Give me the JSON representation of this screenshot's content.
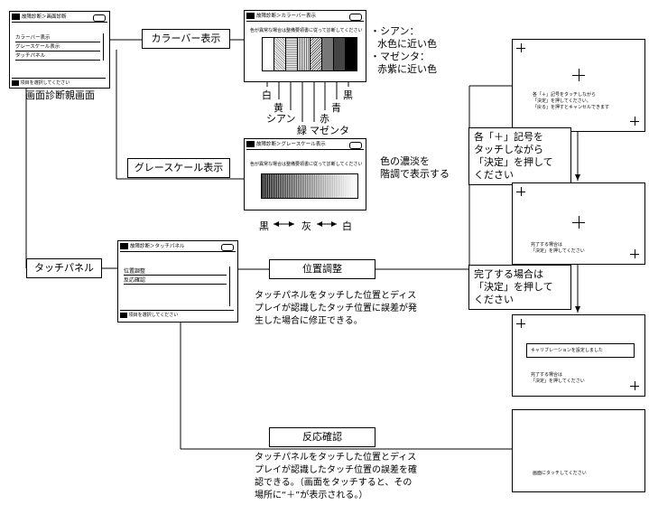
{
  "main_screen": {
    "header": "故障診断＞画面診断",
    "items": [
      "カラーバー表示",
      "グレースケール表示",
      "タッチパネル"
    ],
    "footer": "項目を選択してください",
    "caption": "画面診断親画面"
  },
  "colorbar": {
    "button": "カラーバー表示",
    "header": "故障診断＞カラーバー表示",
    "instruction": "色が異常な場合は整備要領書に従って診断してください",
    "bar_labels": [
      "白",
      "黄",
      "シアン",
      "緑",
      "マゼンタ",
      "赤",
      "青",
      "黒"
    ],
    "notes": [
      "・シアン：",
      "水色に近い色",
      "・マゼンタ：",
      "赤紫に近い色"
    ]
  },
  "grayscale": {
    "button": "グレースケール表示",
    "header": "故障診断＞グレースケール表示",
    "instruction": "色が異常な場合は整備要領書に従って診断してください",
    "scale": [
      "黒",
      "灰",
      "白"
    ],
    "note_lines": [
      "色の濃淡を",
      "階調で表示する"
    ]
  },
  "touch": {
    "button": "タッチパネル",
    "header": "故障診断＞タッチパネル",
    "items": [
      "位置調整",
      "反応確認"
    ],
    "footer": "項目を選択してください"
  },
  "position_adjust": {
    "button": "位置調整",
    "desc_lines": [
      "タッチパネルをタッチした位置とディス",
      "プレイが認識したタッチ位置に誤差が発",
      "生した場合に修正できる。"
    ],
    "screen1_text": [
      "各「＋」記号をタッチしながら",
      "「決定」を押してください。",
      "「戻る」を押すとキャンセルできます"
    ],
    "box1_lines": [
      "各「＋」記号を",
      "タッチしながら",
      "「決定」を押して",
      "ください"
    ],
    "screen2_text": [
      "完了する場合は",
      "「決定」を押してください"
    ],
    "box2_lines": [
      "完了する場合は",
      "「決定」を押して",
      "ください"
    ],
    "screen3_msg": "キャリブレーションを設定しました",
    "screen3_text": [
      "完了する場合は",
      "「決定」を押してください"
    ]
  },
  "reaction_check": {
    "button": "反応確認",
    "desc_lines": [
      "タッチパネルをタッチした位置とディス",
      "プレイが認識したタッチ位置の誤差を確",
      "認できる。（画面をタッチすると、その",
      "場所に“＋”が表示される。）"
    ],
    "screen_text": "画面にタッチしてください"
  }
}
